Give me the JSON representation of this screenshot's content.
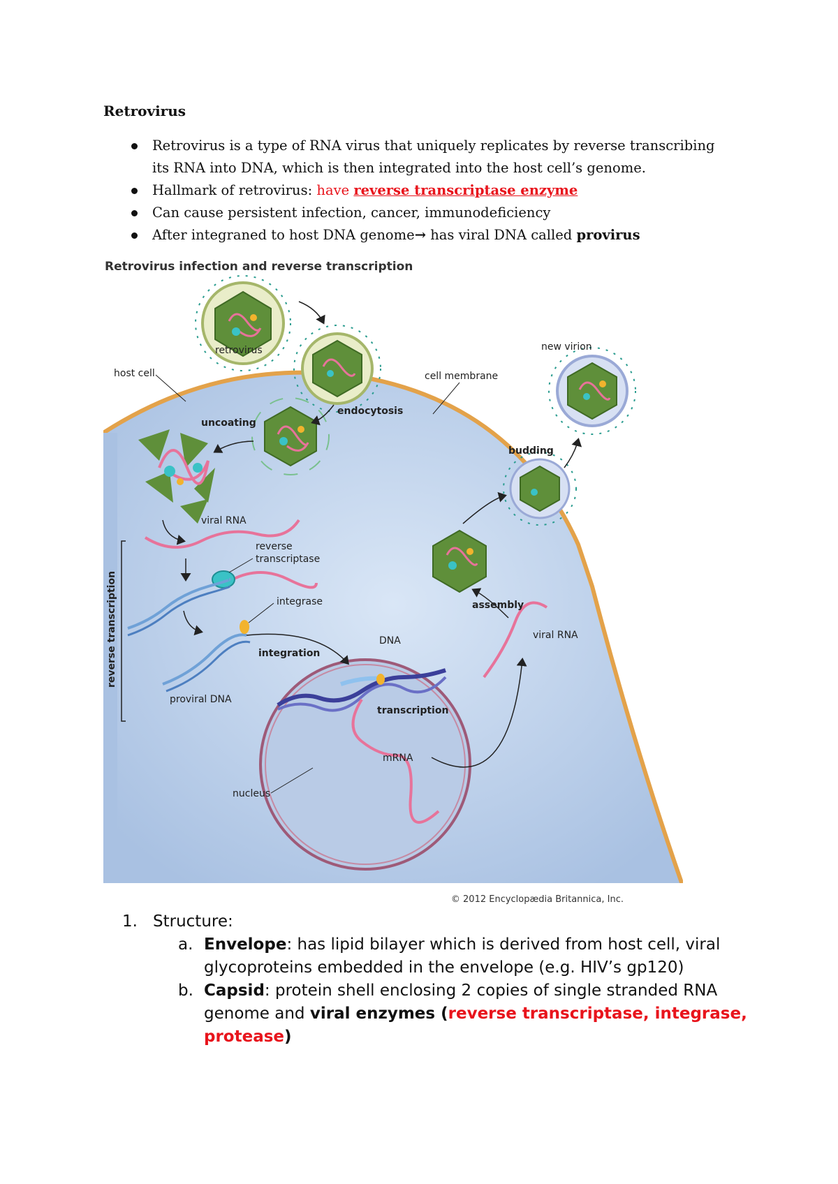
{
  "title": "Retrovirus",
  "bullets": {
    "b1": "Retrovirus is a type of RNA virus that uniquely replicates by reverse transcribing its RNA into DNA, which is then integrated into the host cell’s genome.",
    "b2_prefix": "Hallmark of retrovirus: ",
    "b2_red": "have ",
    "b2_red_bold": "reverse transcriptase enzyme",
    "b3": "Can cause persistent infection, cancer, immunodeficiency",
    "b4_prefix": "After integraned to host DNA genome",
    "b4_arrow": "→",
    "b4_mid": " has viral DNA called ",
    "b4_bold": "provirus"
  },
  "figure": {
    "title": "Retrovirus infection and reverse transcription",
    "labels": {
      "retrovirus": "retrovirus",
      "host_cell": "host cell",
      "new_virion": "new virion",
      "cell_membrane": "cell membrane",
      "endocytosis": "endocytosis",
      "uncoating": "uncoating",
      "budding": "budding",
      "viral_rna": "viral RNA",
      "reverse_transcriptase_1": "reverse",
      "reverse_transcriptase_2": "transcriptase",
      "integrase": "integrase",
      "reverse_transcription": "reverse transcription",
      "integration": "integration",
      "dna": "DNA",
      "assembly": "assembly",
      "viral_rna_2": "viral RNA",
      "proviral_dna": "proviral DNA",
      "transcription": "transcription",
      "mrna": "mRNA",
      "nucleus": "nucleus",
      "copyright": "© 2012 Encyclopædia Britannica, Inc."
    }
  },
  "structure": {
    "number": "1.",
    "heading": "Structure:",
    "a_marker": "a.",
    "a_bold": "Envelope",
    "a_text": ": has lipid bilayer which is derived from host cell, viral glycoproteins embedded in the envelope (e.g. HIV’s gp120)",
    "b_marker": "b.",
    "b_bold": "Capsid",
    "b_text": ": protein shell enclosing 2 copies of single stranded RNA genome and ",
    "b_bold2": "viral enzymes",
    "b_open": " (",
    "b_red": "reverse transcriptase, integrase, protease",
    "b_close": ")"
  }
}
